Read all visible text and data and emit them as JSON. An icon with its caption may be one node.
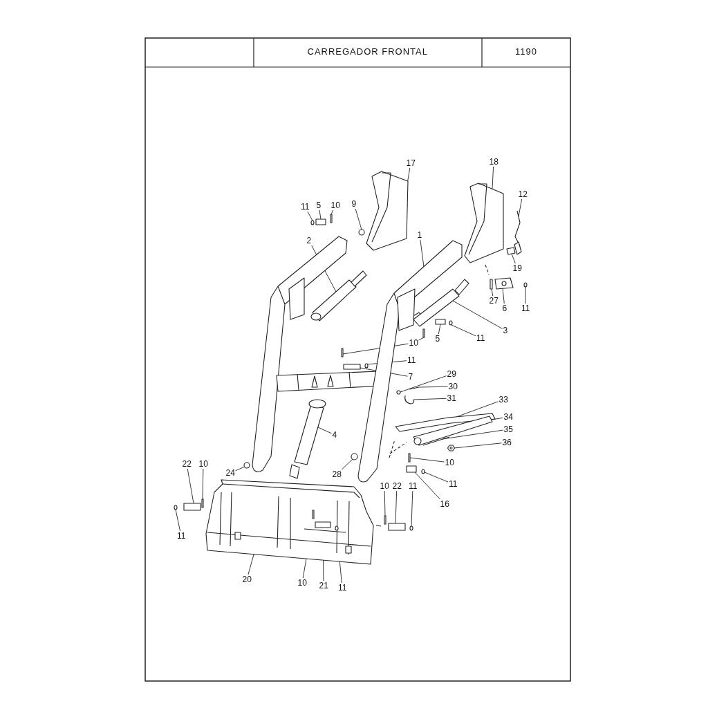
{
  "diagram": {
    "title": "CARREGADOR FRONTAL",
    "nodes": [
      {
        "text": [
          "17"
        ]
      },
      {
        "text": [
          "18"
        ]
      },
      {
        "text": [
          "12"
        ]
      },
      {
        "text": [
          "11"
        ]
      },
      {
        "text": [
          "5"
        ]
      },
      {
        "text": [
          "10"
        ]
      },
      {
        "text": [
          "9"
        ]
      },
      {
        "text": [
          "2"
        ]
      },
      {
        "text": [
          "1"
        ]
      },
      {
        "text": [
          "19"
        ]
      },
      {
        "text": [
          "27"
        ]
      },
      {
        "text": [
          "6"
        ]
      },
      {
        "text": [
          "11"
        ]
      },
      {
        "text": [
          "3"
        ]
      },
      {
        "text": [
          "10"
        ]
      },
      {
        "text": [
          "5"
        ]
      },
      {
        "text": [
          "11"
        ]
      },
      {
        "text": [
          "11"
        ]
      },
      {
        "text": [
          "7"
        ]
      },
      {
        "text": [
          "29"
        ]
      },
      {
        "text": [
          "30"
        ]
      },
      {
        "text": [
          "31"
        ]
      },
      {
        "text": [
          "33"
        ]
      },
      {
        "text": [
          "34"
        ]
      },
      {
        "text": [
          "35"
        ]
      },
      {
        "text": [
          "36"
        ]
      },
      {
        "text": [
          "4"
        ]
      },
      {
        "text": [
          "10"
        ]
      },
      {
        "text": [
          "11"
        ]
      },
      {
        "text": [
          "16"
        ]
      },
      {
        "text": [
          "28"
        ]
      },
      {
        "text": [
          "24"
        ]
      },
      {
        "text": [
          "22"
        ]
      },
      {
        "text": [
          "10"
        ]
      },
      {
        "text": [
          "11"
        ]
      },
      {
        "text": [
          "10"
        ]
      },
      {
        "text": [
          "22"
        ]
      },
      {
        "text": [
          "11"
        ]
      },
      {
        "text": [
          "20"
        ]
      },
      {
        "text": [
          "10"
        ]
      },
      {
        "text": [
          "21"
        ]
      },
      {
        "text": [
          "11"
        ]
      },
      {
        "text": [],
        "shape": "picture"
      },
      {
        "text": [],
        "shape": "picture"
      },
      {
        "text": [],
        "shape": "picture"
      },
      {
        "text": [],
        "shape": "circle"
      },
      {
        "text": [],
        "shape": "box"
      },
      {
        "text": [],
        "shape": "box"
      },
      {
        "text": [],
        "shape": "circle"
      },
      {
        "text": [],
        "shape": "picture"
      },
      {
        "text": [],
        "shape": "picture"
      },
      {
        "text": [],
        "shape": "picture"
      },
      {
        "text": [],
        "shape": "box"
      },
      {
        "text": [],
        "shape": "picture"
      },
      {
        "text": [],
        "shape": "circle"
      },
      {
        "text": [],
        "shape": "picture"
      },
      {
        "text": [],
        "shape": "box"
      },
      {
        "text": [],
        "shape": "box"
      },
      {
        "text": [],
        "shape": "box"
      },
      {
        "text": [],
        "shape": "circle"
      },
      {
        "text": [],
        "shape": "circle"
      },
      {
        "text": [],
        "shape": "box"
      },
      {
        "text": [],
        "shape": "circle"
      },
      {
        "text": [],
        "shape": "picture"
      },
      {
        "text": [],
        "shape": "picture"
      },
      {
        "text": [],
        "shape": "picture"
      },
      {
        "text": [],
        "shape": "picture"
      },
      {
        "text": [],
        "shape": "picture"
      },
      {
        "text": [],
        "shape": "picture"
      },
      {
        "text": [],
        "shape": "picture"
      },
      {
        "text": [],
        "shape": "box"
      },
      {
        "text": [],
        "shape": "circle"
      },
      {
        "text": [],
        "shape": "box"
      },
      {
        "text": [],
        "shape": "circle"
      },
      {
        "text": [],
        "shape": "circle"
      },
      {
        "text": [],
        "shape": "box"
      },
      {
        "text": [],
        "shape": "box"
      },
      {
        "text": [],
        "shape": "circle"
      },
      {
        "text": [],
        "shape": "box"
      },
      {
        "text": [],
        "shape": "box"
      },
      {
        "text": [],
        "shape": "circle"
      },
      {
        "text": [],
        "shape": "picture"
      },
      {
        "text": [],
        "shape": "box",
        "in": 81
      },
      {
        "text": [],
        "shape": "box",
        "in": 81
      },
      {
        "text": [],
        "shape": "circle",
        "in": 81
      }
    ],
    "edges": [
      {
        "from": 0,
        "to": 42,
        "arrow": "none"
      },
      {
        "from": 1,
        "to": 43,
        "arrow": "none"
      },
      {
        "from": 2,
        "to": 44,
        "arrow": "none"
      },
      {
        "from": 3,
        "to": 45,
        "arrow": "none"
      },
      {
        "from": 4,
        "to": 46,
        "arrow": "none"
      },
      {
        "from": 5,
        "to": 47,
        "arrow": "none"
      },
      {
        "from": 6,
        "to": 48,
        "arrow": "none"
      },
      {
        "from": 7,
        "to": 49,
        "arrow": "none"
      },
      {
        "from": 8,
        "to": 50,
        "arrow": "none"
      },
      {
        "from": 9,
        "to": 51,
        "arrow": "none"
      },
      {
        "from": 10,
        "to": 52,
        "arrow": "none"
      },
      {
        "from": 11,
        "to": 53,
        "arrow": "none"
      },
      {
        "from": 12,
        "to": 54,
        "arrow": "none"
      },
      {
        "from": 13,
        "to": 55,
        "arrow": "none"
      },
      {
        "from": 14,
        "to": 56,
        "arrow": "none"
      },
      {
        "from": 14,
        "to": 57,
        "arrow": "none"
      },
      {
        "from": 15,
        "to": 58,
        "arrow": "none"
      },
      {
        "from": 16,
        "to": 59,
        "arrow": "none"
      },
      {
        "from": 17,
        "to": 60,
        "arrow": "none"
      },
      {
        "from": 18,
        "to": 61,
        "arrow": "none"
      },
      {
        "from": 19,
        "to": 62,
        "arrow": "none"
      },
      {
        "from": 20,
        "to": 63,
        "arrow": "none"
      },
      {
        "from": 21,
        "to": 64,
        "arrow": "none"
      },
      {
        "from": 22,
        "to": 65,
        "arrow": "none"
      },
      {
        "from": 23,
        "to": 66,
        "arrow": "none"
      },
      {
        "from": 24,
        "to": 67,
        "arrow": "none"
      },
      {
        "from": 25,
        "to": 68,
        "arrow": "none"
      },
      {
        "from": 26,
        "to": 69,
        "arrow": "none"
      },
      {
        "from": 27,
        "to": 70,
        "arrow": "none"
      },
      {
        "from": 28,
        "to": 71,
        "arrow": "none"
      },
      {
        "from": 29,
        "to": 72,
        "arrow": "none"
      },
      {
        "from": 30,
        "to": 73,
        "arrow": "none"
      },
      {
        "from": 31,
        "to": 74,
        "arrow": "none"
      },
      {
        "from": 32,
        "to": 75,
        "arrow": "none"
      },
      {
        "from": 33,
        "to": 76,
        "arrow": "none"
      },
      {
        "from": 34,
        "to": 77,
        "arrow": "none"
      },
      {
        "from": 35,
        "to": 78,
        "arrow": "none"
      },
      {
        "from": 36,
        "to": 79,
        "arrow": "none"
      },
      {
        "from": 37,
        "to": 80,
        "arrow": "none"
      },
      {
        "from": 38,
        "to": 81,
        "arrow": "none"
      },
      {
        "from": 39,
        "to": 82,
        "arrow": "none"
      },
      {
        "from": 40,
        "to": 83,
        "arrow": "none"
      },
      {
        "from": 41,
        "to": 84,
        "arrow": "none"
      }
    ],
    "labels": [
      "1190"
    ]
  }
}
